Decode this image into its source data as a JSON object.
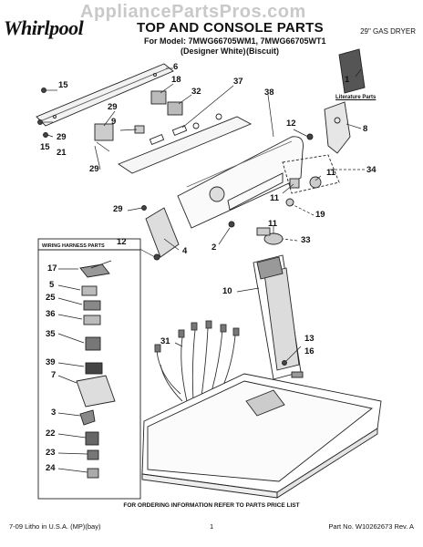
{
  "header": {
    "watermark": "AppliancePartsPros.com",
    "brand": "Whirlpool",
    "title": "TOP AND CONSOLE PARTS",
    "model_line": "For Model: 7MWG66705WM1, 7MWG66705WT1",
    "variant_white": "(Designer White)",
    "variant_biscuit": "(Biscuit)",
    "product": "29\" GAS DRYER"
  },
  "literature_label": "Literature Parts",
  "wiring_harness_title": "WIRING HARNESS PARTS",
  "callouts": {
    "c1": "1",
    "c2": "2",
    "c3": "3",
    "c4": "4",
    "c5": "5",
    "c6": "6",
    "c7": "7",
    "c8": "8",
    "c9": "9",
    "c10": "10",
    "c11a": "11",
    "c11b": "11",
    "c11c": "11",
    "c12a": "12",
    "c12b": "12",
    "c13": "13",
    "c15a": "15",
    "c15b": "15",
    "c16": "16",
    "c17": "17",
    "c18": "18",
    "c19": "19",
    "c21": "21",
    "c22": "22",
    "c23": "23",
    "c24": "24",
    "c25": "25",
    "c29a": "29",
    "c29b": "29",
    "c29c": "29",
    "c29d": "29",
    "c31": "31",
    "c32": "32",
    "c33": "33",
    "c34": "34",
    "c35": "35",
    "c36": "36",
    "c37": "37",
    "c38": "38",
    "c39": "39"
  },
  "footer": {
    "ordering_note": "FOR ORDERING INFORMATION REFER TO PARTS PRICE LIST",
    "litho": "7-09 Litho in U.S.A. (MP)(bay)",
    "page": "1",
    "part_no": "Part No. W10262673 Rev. A"
  }
}
